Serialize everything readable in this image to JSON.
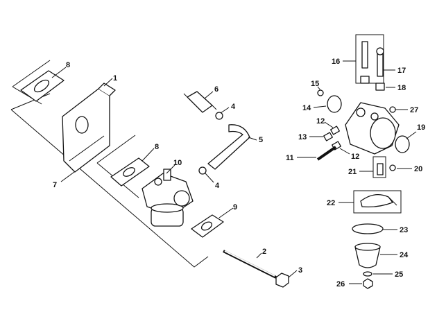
{
  "callouts": {
    "c1": "1",
    "c2": "2",
    "c3": "3",
    "c4a": "4",
    "c4b": "4",
    "c5": "5",
    "c6": "6",
    "c7": "7",
    "c8a": "8",
    "c8b": "8",
    "c9": "9",
    "c10": "10",
    "c11": "11",
    "c12a": "12",
    "c12b": "12",
    "c13": "13",
    "c14": "14",
    "c15": "15",
    "c16": "16",
    "c17": "17",
    "c18": "18",
    "c19": "19",
    "c20": "20",
    "c21": "21",
    "c22": "22",
    "c23": "23",
    "c24": "24",
    "c25": "25",
    "c26": "26",
    "c27": "27"
  }
}
